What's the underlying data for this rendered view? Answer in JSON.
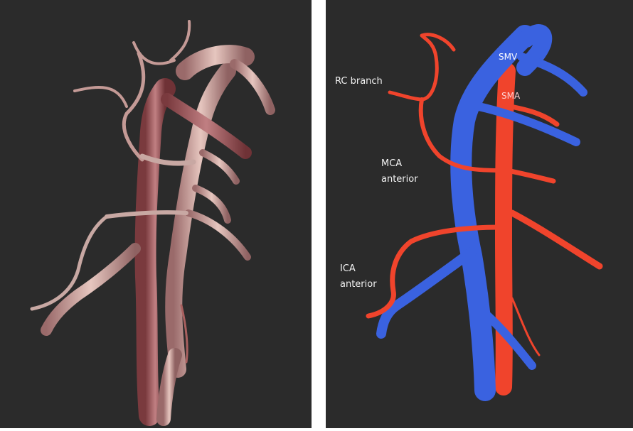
{
  "panels": {
    "right": {
      "labels": {
        "smv": "SMV",
        "sma": "SMA",
        "rc_branch": "RC branch",
        "mca_line1": "MCA",
        "mca_line2": "anterior",
        "ica_line1": "ICA",
        "ica_line2": "anterior"
      }
    }
  },
  "colors": {
    "background": "#2b2b2b",
    "vein": "#3a62e0",
    "artery": "#f0442c",
    "render_vessel": "#d8b8b0",
    "render_artery_tint": "#b36a6a"
  }
}
